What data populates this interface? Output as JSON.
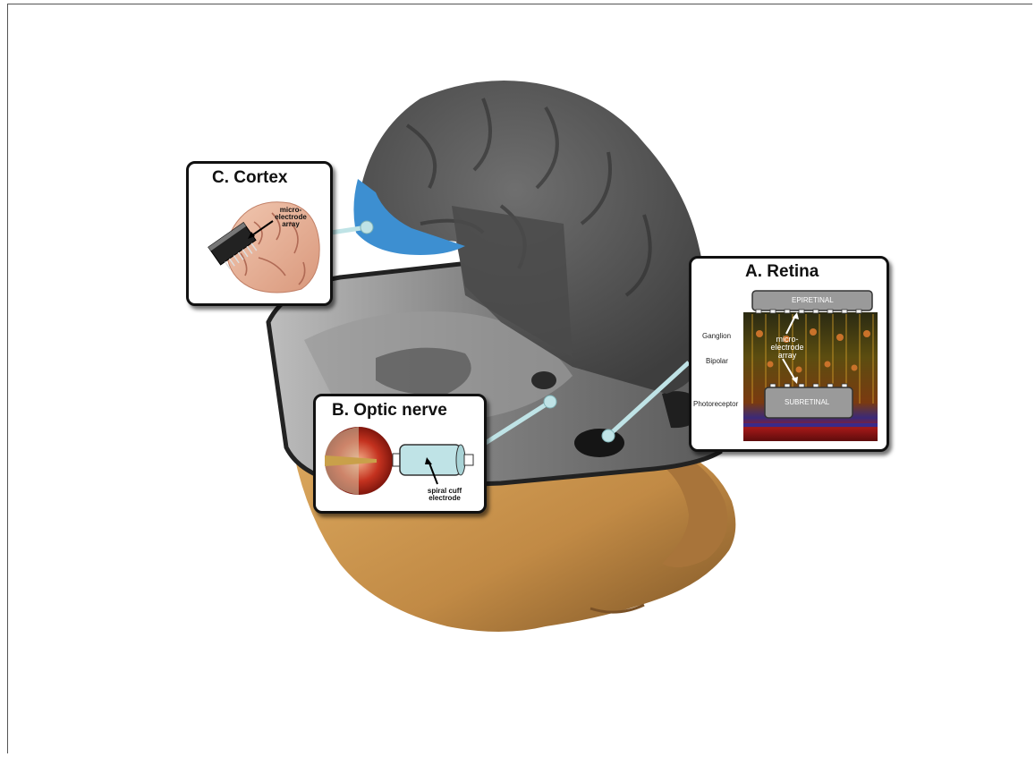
{
  "panels": {
    "retina": {
      "title": "A. Retina",
      "epiretinal_label": "EPIRETINAL",
      "subretinal_label": "SUBRETINAL",
      "array_label_1": "micro-",
      "array_label_2": "electrode",
      "array_label_3": "array",
      "layers": [
        "Ganglion",
        "Bipolar",
        "Photoreceptor"
      ]
    },
    "optic_nerve": {
      "title": "B. Optic  nerve",
      "electrode_label_1": "spiral cuff",
      "electrode_label_2": "electrode"
    },
    "cortex": {
      "title": "C. Cortex",
      "array_label_1": "micro-",
      "array_label_2": "electrode",
      "array_label_3": "array"
    }
  },
  "colors": {
    "skin": "#c8964f",
    "cortex_gray": "#5a5a5a",
    "visual_cortex_blue": "#3d8fd1",
    "mri": "#8a8a8a",
    "connector": "#bfe3e6"
  }
}
